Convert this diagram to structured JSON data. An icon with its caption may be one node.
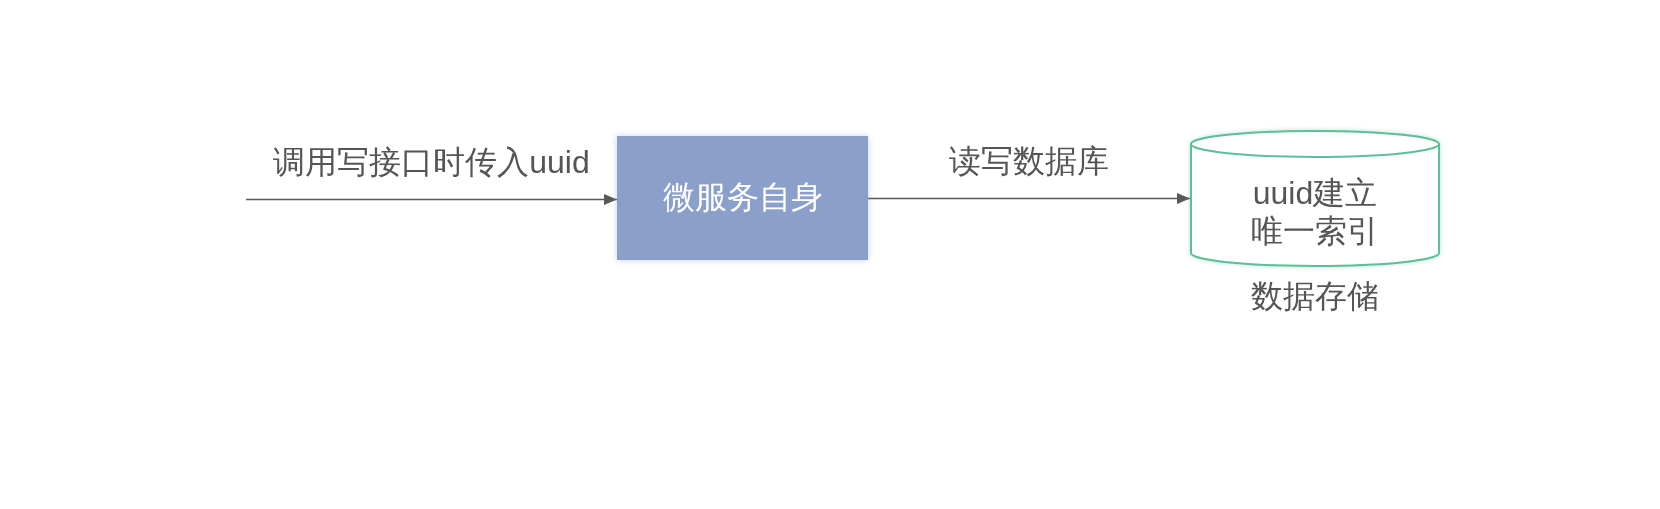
{
  "diagram": {
    "nodes": [
      {
        "text": [
          "微服务自身"
        ]
      },
      {
        "text": [
          "uuid建立唯一索引"
        ],
        "beside": [
          "数据存储"
        ]
      }
    ],
    "edges": [
      {
        "from": null,
        "to": 0,
        "arrow": "to",
        "label": "调用写接口时传入uuid"
      },
      {
        "from": 0,
        "to": 1,
        "arrow": "to",
        "label": "读写数据库"
      }
    ]
  }
}
